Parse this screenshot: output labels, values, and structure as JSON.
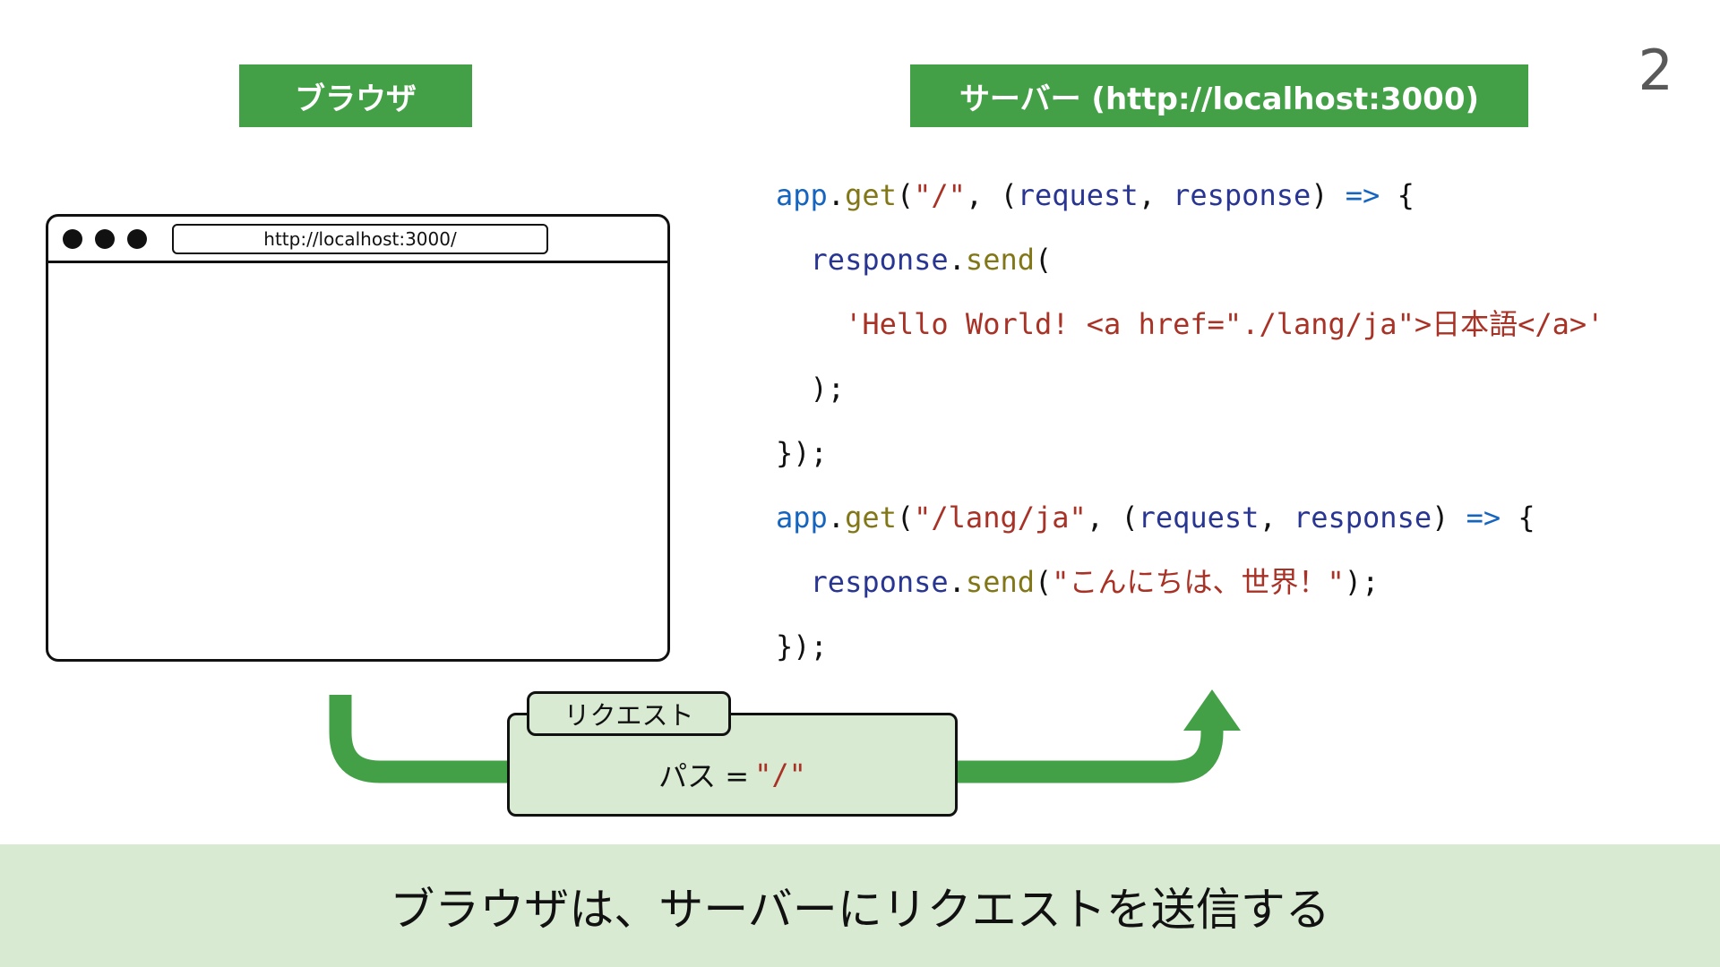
{
  "page": {
    "number": "2",
    "caption": "ブラウザは、サーバーにリクエストを送信する"
  },
  "labels": {
    "browser": "ブラウザ",
    "server": "サーバー (http://localhost:3000)"
  },
  "browser_window": {
    "url": "http://localhost:3000/"
  },
  "code": {
    "lines": [
      [
        {
          "t": "app",
          "c": "b"
        },
        {
          "t": ".",
          "c": "p"
        },
        {
          "t": "get",
          "c": "o"
        },
        {
          "t": "(",
          "c": "p"
        },
        {
          "t": "\"/\"",
          "c": "r"
        },
        {
          "t": ", (",
          "c": "p"
        },
        {
          "t": "request",
          "c": "n"
        },
        {
          "t": ", ",
          "c": "p"
        },
        {
          "t": "response",
          "c": "n"
        },
        {
          "t": ") ",
          "c": "p"
        },
        {
          "t": "=>",
          "c": "b"
        },
        {
          "t": " {",
          "c": "p"
        }
      ],
      [
        {
          "t": "  ",
          "c": "p"
        },
        {
          "t": "response",
          "c": "n"
        },
        {
          "t": ".",
          "c": "p"
        },
        {
          "t": "send",
          "c": "o"
        },
        {
          "t": "(",
          "c": "p"
        }
      ],
      [
        {
          "t": "    ",
          "c": "p"
        },
        {
          "t": "'Hello World! <a href=\"./lang/ja\">日本語</a>'",
          "c": "r"
        }
      ],
      [
        {
          "t": "  );",
          "c": "p"
        }
      ],
      [
        {
          "t": "});",
          "c": "p"
        }
      ],
      [
        {
          "t": "app",
          "c": "b"
        },
        {
          "t": ".",
          "c": "p"
        },
        {
          "t": "get",
          "c": "o"
        },
        {
          "t": "(",
          "c": "p"
        },
        {
          "t": "\"/lang/ja\"",
          "c": "r"
        },
        {
          "t": ", (",
          "c": "p"
        },
        {
          "t": "request",
          "c": "n"
        },
        {
          "t": ", ",
          "c": "p"
        },
        {
          "t": "response",
          "c": "n"
        },
        {
          "t": ") ",
          "c": "p"
        },
        {
          "t": "=>",
          "c": "b"
        },
        {
          "t": " {",
          "c": "p"
        }
      ],
      [
        {
          "t": "  ",
          "c": "p"
        },
        {
          "t": "response",
          "c": "n"
        },
        {
          "t": ".",
          "c": "p"
        },
        {
          "t": "send",
          "c": "o"
        },
        {
          "t": "(",
          "c": "p"
        },
        {
          "t": "\"こんにちは、世界！\"",
          "c": "r"
        },
        {
          "t": ");",
          "c": "p"
        }
      ],
      [
        {
          "t": "});",
          "c": "p"
        }
      ]
    ]
  },
  "request": {
    "label": "リクエスト",
    "path_prefix": "パス = ",
    "path_value": "\"/\""
  },
  "colors": {
    "green": "#43A047",
    "light_green": "#D9EAD3",
    "code_blue": "#1565C0",
    "code_olive": "#827717",
    "code_red": "#A93226",
    "code_navy": "#283593",
    "gray": "#595959"
  }
}
